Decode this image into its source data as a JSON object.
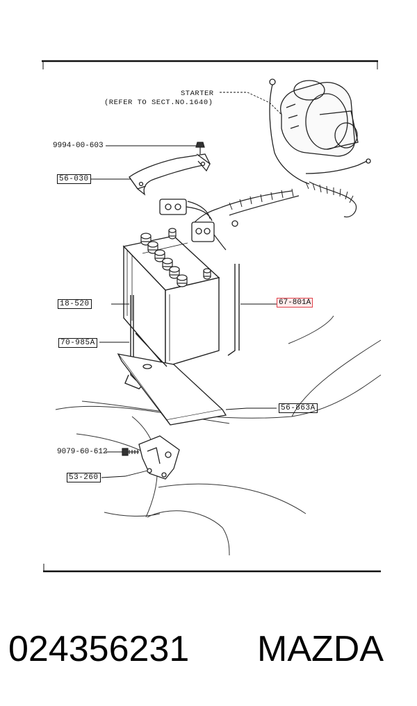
{
  "diagram": {
    "starter_note_line1": "STARTER",
    "starter_note_line2": "(REFER TO SECT.NO.1640)",
    "callouts": {
      "bolt_top": "9994-00-603",
      "bracket_clamp": "56-030",
      "battery": "18-520",
      "hold_rod_left": "70-985A",
      "hold_rod_right": "67-801A",
      "tray": "56-863A",
      "bolt_small": "9079-60-612",
      "support_bracket": "53-260"
    },
    "highlighted_part": "67-801A"
  },
  "caption": {
    "part_number": "024356231",
    "brand": "MAZDA"
  }
}
